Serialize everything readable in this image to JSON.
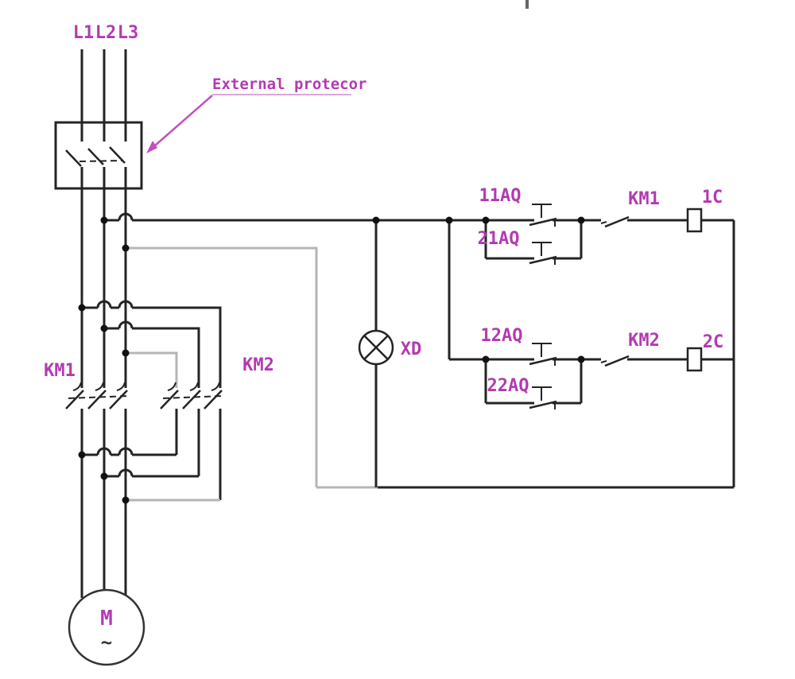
{
  "schematic": {
    "description": "Forward-reverse motor starter: power circuit with external protector, reversing contactors KM1/KM2, motor M; control circuit with indicator lamp XD, pushbuttons and contactor coils 1C/2C",
    "colors": {
      "wire": "#242424",
      "wire_light": "#b5b5b5",
      "label": "#b23ab2",
      "background": "#ffffff"
    },
    "power_circuit": {
      "phases": [
        "L1",
        "L2",
        "L3"
      ],
      "protector_label": "External protecor",
      "contactor_left_label": "KM1",
      "contactor_right_label": "KM2",
      "motor_label": "M",
      "motor_symbol": "~"
    },
    "control_circuit": {
      "lamp_label": "XD",
      "row1": {
        "button_top": "11AQ",
        "button_bottom": "21AQ",
        "aux_contact_label": "KM1",
        "coil_label": "1C"
      },
      "row2": {
        "button_top": "12AQ",
        "button_bottom": "22AQ",
        "aux_contact_label": "KM2",
        "coil_label": "2C"
      }
    }
  }
}
